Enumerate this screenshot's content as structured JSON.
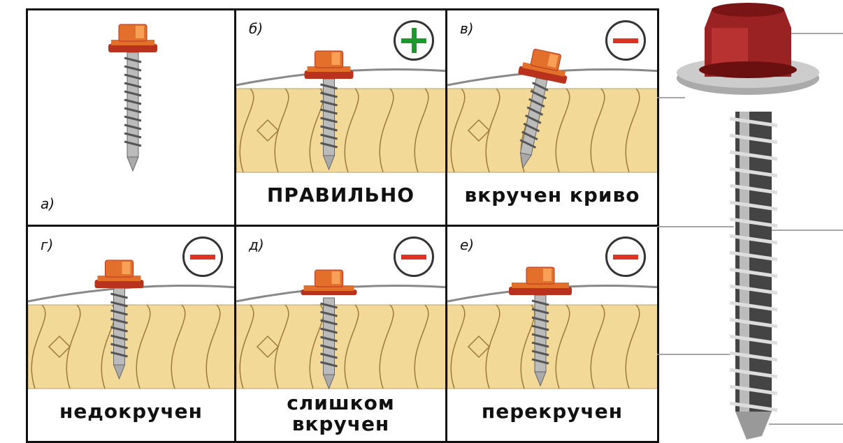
{
  "panels": [
    {
      "letter": "а)",
      "caption": "",
      "sign": "none"
    },
    {
      "letter": "б)",
      "caption": "ПРАВИЛЬНО",
      "sign": "plus"
    },
    {
      "letter": "в)",
      "caption": "вкручен криво",
      "sign": "minus"
    },
    {
      "letter": "г)",
      "caption": "недокручен",
      "sign": "minus"
    },
    {
      "letter": "д)",
      "caption": "слишком вкручен",
      "sign": "minus"
    },
    {
      "letter": "е)",
      "caption": "перекручен",
      "sign": "minus"
    }
  ],
  "colors": {
    "head": "#e2702a",
    "washer": "#b8321e",
    "wood": "#f3d998",
    "grain": "#9b7a3c",
    "plus": "#1a9a2a",
    "minus": "#d32222"
  }
}
